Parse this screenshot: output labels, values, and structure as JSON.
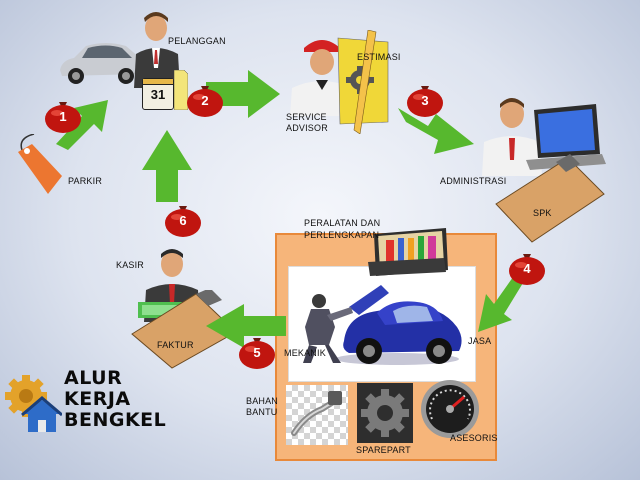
{
  "title": {
    "line1": "ALUR",
    "line2": "KERJA",
    "line3": "BENGKEL"
  },
  "labels": {
    "pelanggan": "PELANGGAN",
    "estimasi": "ESTIMASI",
    "service_advisor_1": "SERVICE",
    "service_advisor_2": "ADVISOR",
    "administrasi": "ADMINISTRASI",
    "spk": "SPK",
    "parkir": "PARKIR",
    "kasir": "KASIR",
    "faktur": "FAKTUR",
    "peralatan_1": "PERALATAN  DAN",
    "peralatan_2": "PERLENGKAPAN",
    "mekanik": "MEKANIK",
    "jasa": "JASA",
    "bahan_bantu_1": "BAHAN",
    "bahan_bantu_2": "BANTU",
    "sparepart": "SPAREPART",
    "asesoris": "ASESORIS"
  },
  "calendar_number": "31",
  "steps": [
    "1",
    "2",
    "3",
    "4",
    "5",
    "6"
  ],
  "colors": {
    "bubble_red": "#c0150f",
    "arrow_green": "#57b82e",
    "workshop_fill": "#f6b57a",
    "workshop_border": "#e8893a",
    "clipboard": "#d9a267"
  }
}
